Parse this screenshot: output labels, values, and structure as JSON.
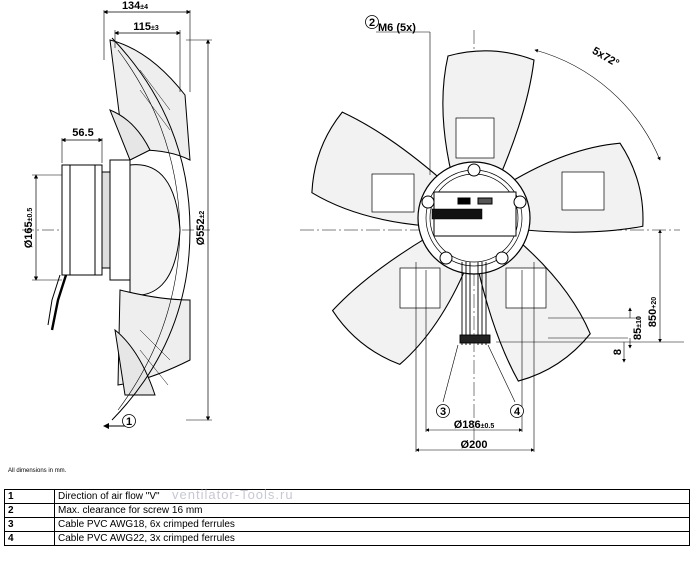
{
  "dimensions": {
    "side_depth_total": "134",
    "side_depth_total_tol": "±4",
    "side_depth_hub": "115",
    "side_depth_hub_tol": "±3",
    "motor_offset": "56.5",
    "motor_diameter": "Ø165",
    "motor_diameter_tol": "±0.5",
    "fan_diameter": "Ø552",
    "fan_diameter_tol": "±2",
    "screw_thread": "M6 (5x)",
    "angle_pitch": "5x72°",
    "bolt_circle": "Ø186",
    "bolt_circle_tol": "±0.5",
    "outer_circle": "Ø200",
    "cable_offset": "85",
    "cable_offset_tol": "±10",
    "cable_length": "850",
    "cable_length_tol": "+20",
    "strip_length": "8"
  },
  "callouts": {
    "c1": "1",
    "c2": "2",
    "c3": "3",
    "c4": "4"
  },
  "note": "All dimensions in mm.",
  "watermark": "ventilator-Tools.ru",
  "legend": [
    {
      "num": "1",
      "text": "Direction of air flow \"V\""
    },
    {
      "num": "2",
      "text": "Max. clearance for screw 16 mm"
    },
    {
      "num": "3",
      "text": "Cable PVC AWG18, 6x crimped ferrules"
    },
    {
      "num": "4",
      "text": "Cable PVC AWG22, 3x crimped ferrules"
    }
  ]
}
